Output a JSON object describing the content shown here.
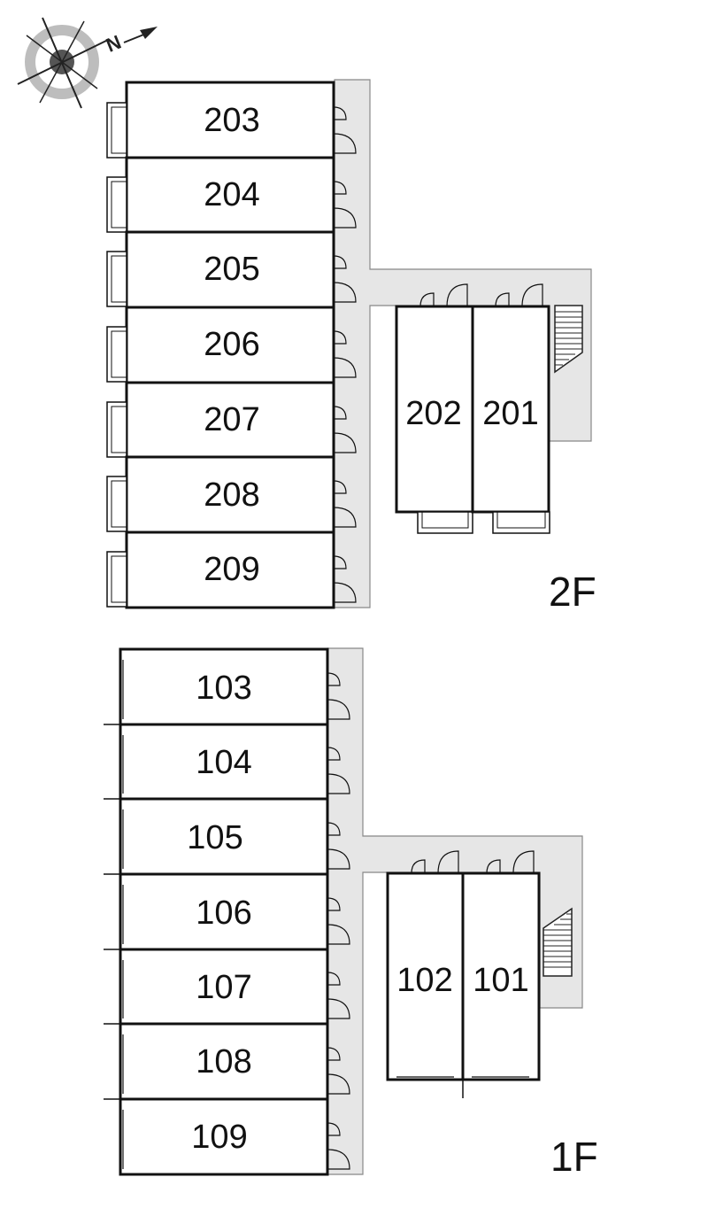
{
  "compass": {
    "icon": "north-arrow-compass-icon",
    "label": "N"
  },
  "floors": {
    "second": {
      "label": "2F",
      "units_main": [
        "203",
        "204",
        "205",
        "206",
        "207",
        "208",
        "209"
      ],
      "units_side": [
        "202",
        "201"
      ]
    },
    "first": {
      "label": "1F",
      "units_main": [
        "103",
        "104",
        "105",
        "106",
        "107",
        "108",
        "109"
      ],
      "units_side": [
        "102",
        "101"
      ]
    }
  },
  "colors": {
    "corridor": "#e6e6e6",
    "walls": "#111111",
    "background": "#ffffff"
  }
}
